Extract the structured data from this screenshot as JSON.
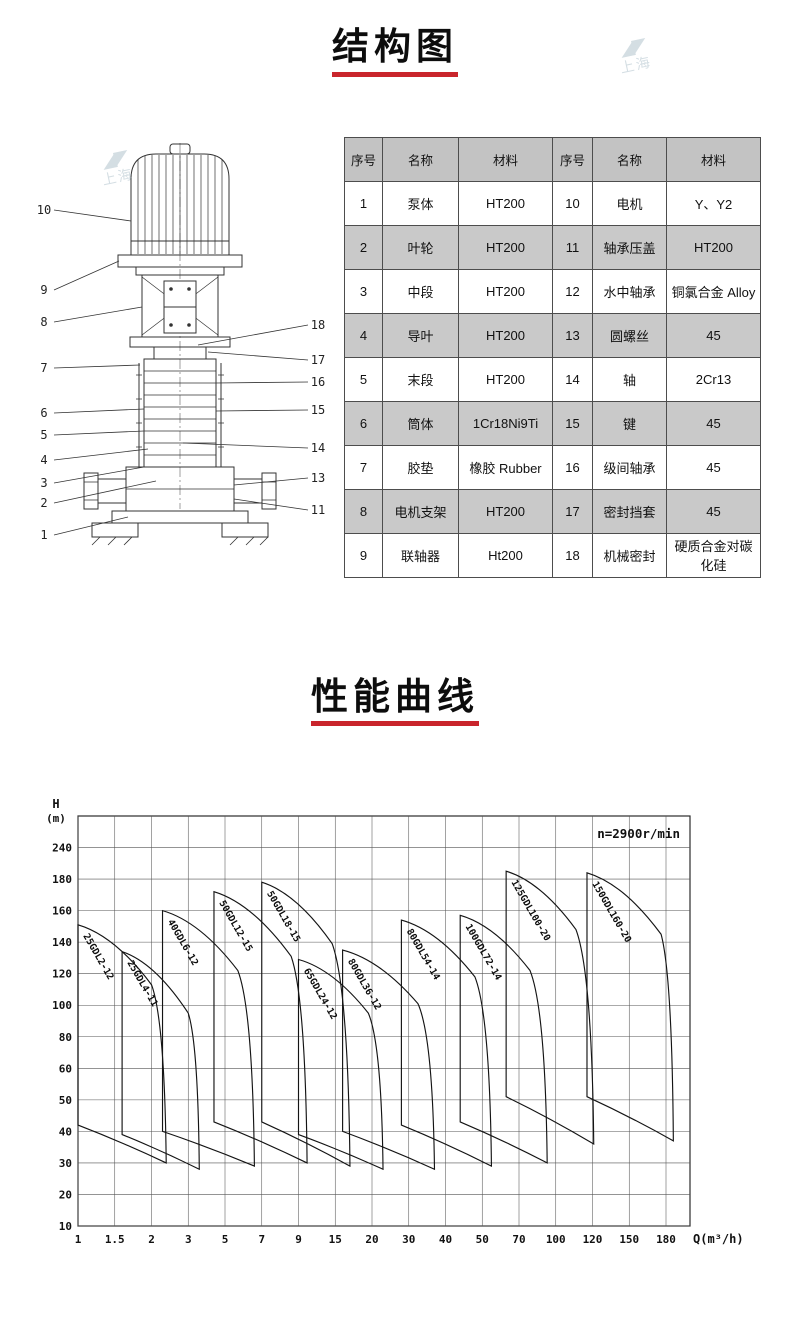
{
  "page": {
    "title1": "结构图",
    "title2": "性能曲线",
    "accent_color": "#c9252c",
    "watermark": "上海"
  },
  "structure_diagram": {
    "left_callouts": [
      "10",
      "9",
      "8",
      "7",
      "6",
      "5",
      "4",
      "3",
      "2",
      "1"
    ],
    "right_callouts": [
      "18",
      "17",
      "16",
      "15",
      "14",
      "13",
      "11"
    ]
  },
  "parts_table": {
    "headers": [
      "序号",
      "名称",
      "材料",
      "序号",
      "名称",
      "材料"
    ],
    "rows": [
      [
        "1",
        "泵体",
        "HT200",
        "10",
        "电机",
        "Y、Y2"
      ],
      [
        "2",
        "叶轮",
        "HT200",
        "11",
        "轴承压盖",
        "HT200"
      ],
      [
        "3",
        "中段",
        "HT200",
        "12",
        "水中轴承",
        "铜氯合金 Alloy"
      ],
      [
        "4",
        "导叶",
        "HT200",
        "13",
        "圆螺丝",
        "45"
      ],
      [
        "5",
        "末段",
        "HT200",
        "14",
        "轴",
        "2Cr13"
      ],
      [
        "6",
        "筒体",
        "1Cr18Ni9Ti",
        "15",
        "键",
        "45"
      ],
      [
        "7",
        "胶垫",
        "橡胶 Rubber",
        "16",
        "级间轴承",
        "45"
      ],
      [
        "8",
        "电机支架",
        "HT200",
        "17",
        "密封挡套",
        "45"
      ],
      [
        "9",
        "联轴器",
        "Ht200",
        "18",
        "机械密封",
        "硬质合金对碳化硅"
      ]
    ]
  },
  "chart_data": {
    "type": "area",
    "title": "性能曲线",
    "annotation": "n=2900r/min",
    "xlabel": "Q(m³/h)",
    "ylabel": "H",
    "ylabel_unit": "(m)",
    "x_ticks": [
      1,
      1.5,
      2,
      3,
      5,
      7,
      9,
      15,
      20,
      30,
      40,
      50,
      70,
      100,
      120,
      150,
      180
    ],
    "y_ticks": [
      240,
      180,
      160,
      140,
      120,
      100,
      80,
      60,
      50,
      40,
      30,
      20,
      10
    ],
    "grid": true,
    "series": [
      {
        "name": "25GDL2-12",
        "q_range": [
          1,
          2
        ],
        "q_end": 2.4,
        "h_top": [
          151,
          113
        ],
        "h_bottom": [
          42,
          30
        ]
      },
      {
        "name": "25GDL4-11",
        "q_range": [
          1.6,
          3
        ],
        "q_end": 3.6,
        "h_top": [
          134,
          95
        ],
        "h_bottom": [
          39,
          28
        ]
      },
      {
        "name": "40GDL6-12",
        "q_range": [
          2.3,
          5.7
        ],
        "q_end": 6.6,
        "h_top": [
          160,
          122
        ],
        "h_bottom": [
          40,
          29
        ]
      },
      {
        "name": "50GDL12-15",
        "q_range": [
          4.4,
          8.6
        ],
        "q_end": 10.4,
        "h_top": [
          172,
          131
        ],
        "h_bottom": [
          43,
          30
        ]
      },
      {
        "name": "50GDL18-15",
        "q_range": [
          7,
          14.5
        ],
        "q_end": 17,
        "h_top": [
          178,
          139
        ],
        "h_bottom": [
          43,
          29
        ]
      },
      {
        "name": "65GDL24-12",
        "q_range": [
          9,
          19.5
        ],
        "q_end": 23,
        "h_top": [
          129,
          95
        ],
        "h_bottom": [
          39,
          28
        ]
      },
      {
        "name": "80GDL36-12",
        "q_range": [
          16,
          32.5
        ],
        "q_end": 37,
        "h_top": [
          135,
          101
        ],
        "h_bottom": [
          40,
          28
        ]
      },
      {
        "name": "80GDL54-14",
        "q_range": [
          28,
          48
        ],
        "q_end": 55,
        "h_top": [
          154,
          118
        ],
        "h_bottom": [
          42,
          29
        ]
      },
      {
        "name": "100GDL72-14",
        "q_range": [
          44,
          79
        ],
        "q_end": 93,
        "h_top": [
          157,
          122
        ],
        "h_bottom": [
          43,
          30
        ]
      },
      {
        "name": "125GDL100-20",
        "q_range": [
          63,
          111
        ],
        "q_end": 121,
        "h_top": [
          195,
          148
        ],
        "h_bottom": [
          51,
          36
        ]
      },
      {
        "name": "150GDL160-20",
        "q_range": [
          117,
          176
        ],
        "q_end": 186,
        "h_top": [
          192,
          145
        ],
        "h_bottom": [
          51,
          37
        ]
      }
    ]
  }
}
